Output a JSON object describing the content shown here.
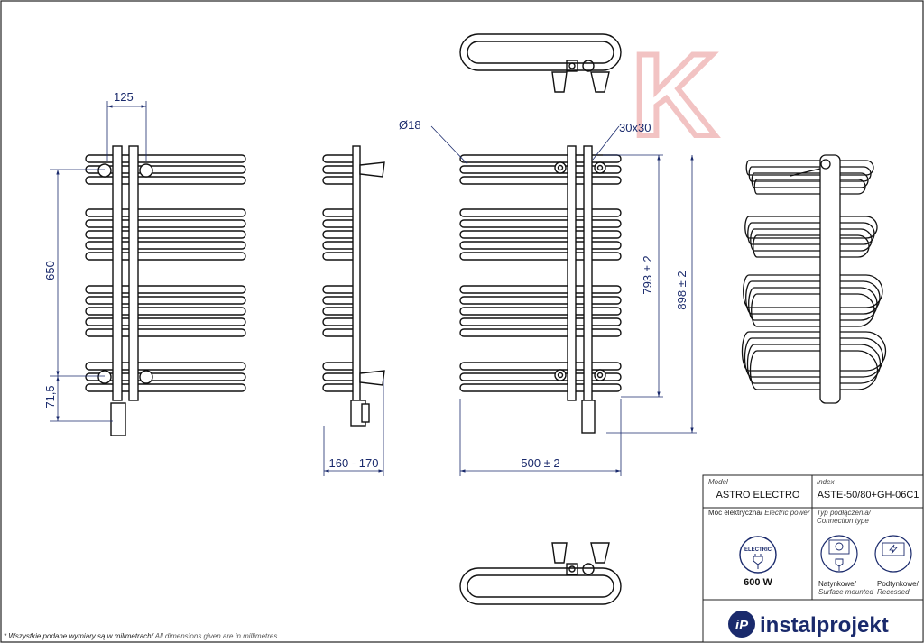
{
  "dimensions": {
    "d125": "125",
    "d650": "650",
    "d715": "71,5",
    "d160": "160 - 170",
    "d18": "Ø18",
    "d30": "30x30",
    "d793": "793 ± 2",
    "d898": "898 ± 2",
    "d500": "500 ± 2"
  },
  "watermark": "K",
  "titleblock": {
    "model_label": "Model",
    "model_value": "ASTRO ELECTRO",
    "index_label": "Index",
    "index_value": "ASTE-50/80+GH-06C1",
    "power_label_pl": "Moc elektryczna/",
    "power_label_en": " Electric power",
    "electric_badge": "ELECTRIC",
    "power_value": "600 W",
    "connection_label_pl": "Typ podłączenia/",
    "connection_label_en": "Connection type",
    "surface_pl": "Natynkowe/",
    "surface_en": "Surface mounted",
    "recessed_pl": "Podtynkowe/",
    "recessed_en": "Recessed"
  },
  "note_pl": "* Wszystkie podane wymiary są w milimetrach/",
  "note_en": " All dimensions given are in millimetres",
  "brand": {
    "logo_text": "iP",
    "name": "instalprojekt"
  },
  "colors": {
    "drawing": "#111111",
    "dimension": "#1a2a6c",
    "brand": "#1a2a6c",
    "watermark": "#f2c3c3"
  }
}
